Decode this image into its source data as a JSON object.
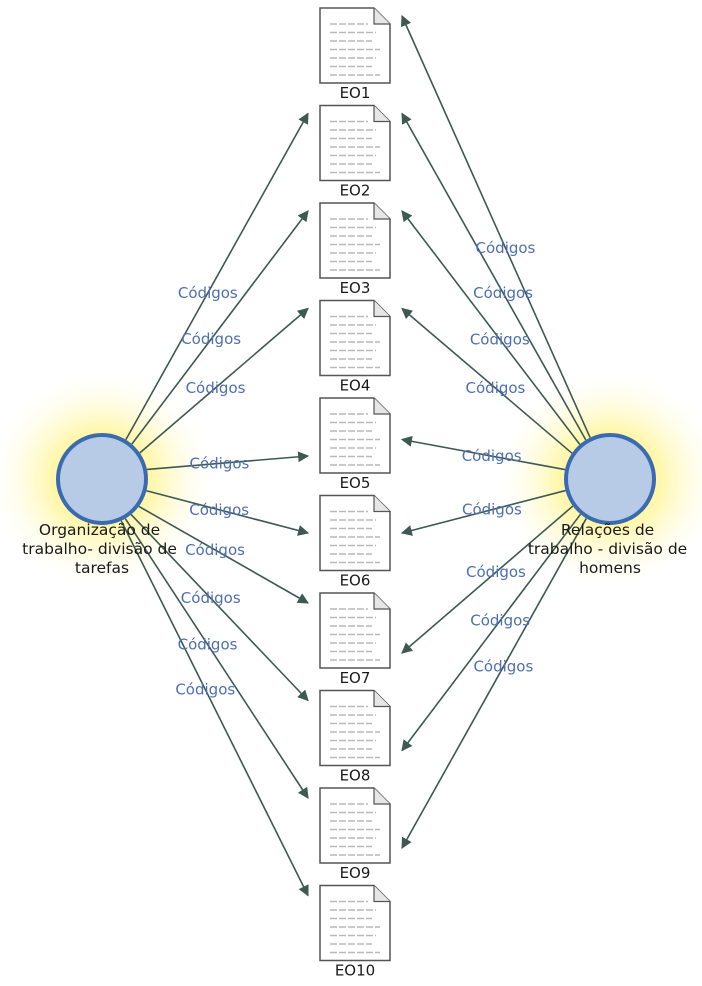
{
  "diagram": {
    "left_node": {
      "label_lines": [
        "Organização de",
        "trabalho- divisão de",
        "tarefas"
      ]
    },
    "right_node": {
      "label_lines": [
        "Relações de",
        "trabalho - divisão de",
        "homens"
      ]
    },
    "documents": [
      "EO1",
      "EO2",
      "EO3",
      "EO4",
      "EO5",
      "EO6",
      "EO7",
      "EO8",
      "EO9",
      "EO10"
    ],
    "edge_label": "Códigos",
    "left_edges_to": [
      "EO2",
      "EO3",
      "EO4",
      "EO5",
      "EO6",
      "EO7",
      "EO8",
      "EO9",
      "EO10"
    ],
    "right_edges_to": [
      "EO1",
      "EO2",
      "EO3",
      "EO4",
      "EO5",
      "EO6",
      "EO7",
      "EO8",
      "EO9"
    ],
    "colors": {
      "edge": "#3c5a52",
      "edge_label": "#4f6fb3",
      "node_fill": "#b7cbe6",
      "node_stroke": "#3a6ab0",
      "glow": "#fff6a0",
      "doc_stroke": "#555555",
      "doc_fill": "#ffffff"
    }
  }
}
